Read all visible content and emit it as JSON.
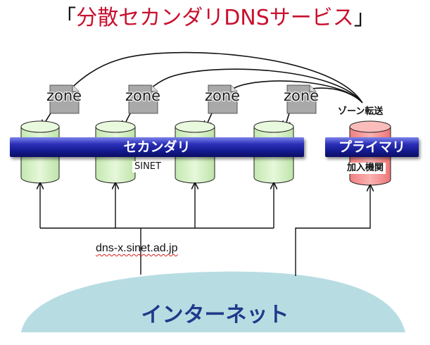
{
  "title": {
    "open": "「",
    "text": "分散セカンダリDNSサービス",
    "close": "」"
  },
  "banners": {
    "secondary": "セカンダリ",
    "primary": "プライマリ"
  },
  "labels": {
    "sinet": "SINET",
    "kanyu": "加入機関",
    "zone_transfer": "ゾーン転送",
    "dns_host": "dns-x.sinet.ad.jp",
    "internet": "インターネット"
  },
  "zone_docs": [
    {
      "label": "zone"
    },
    {
      "label": "zone"
    },
    {
      "label": "zone"
    },
    {
      "label": "zone"
    }
  ],
  "colors": {
    "title_text": "#c8102e",
    "banner_blue": "#141a8e",
    "secondary_cylinder": "#dff5cf",
    "primary_cylinder": "#f79a9a",
    "cloud": "#b7dde3",
    "internet_text": "#1f3a8a"
  }
}
